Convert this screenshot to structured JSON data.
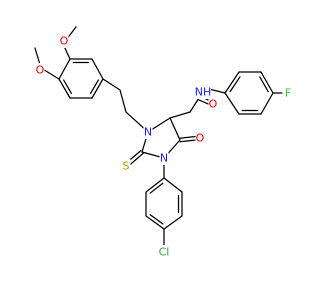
{
  "colors": {
    "bond": "#000000",
    "oxygen": "#e60000",
    "nitrogen": "#1a1aff",
    "sulfur": "#b3a100",
    "fluorine": "#33cc33",
    "chlorine": "#33a833",
    "background": "#ffffff"
  },
  "atom_labels": {
    "methoxy_o1": "O",
    "methoxy_o2": "O",
    "amide_nh": "NH",
    "amide_o": "O",
    "fluorine": "F",
    "ring_n3": "N",
    "ring_n1": "N",
    "carbonyl_o": "O",
    "thione_s": "S",
    "chlorine": "Cl"
  }
}
